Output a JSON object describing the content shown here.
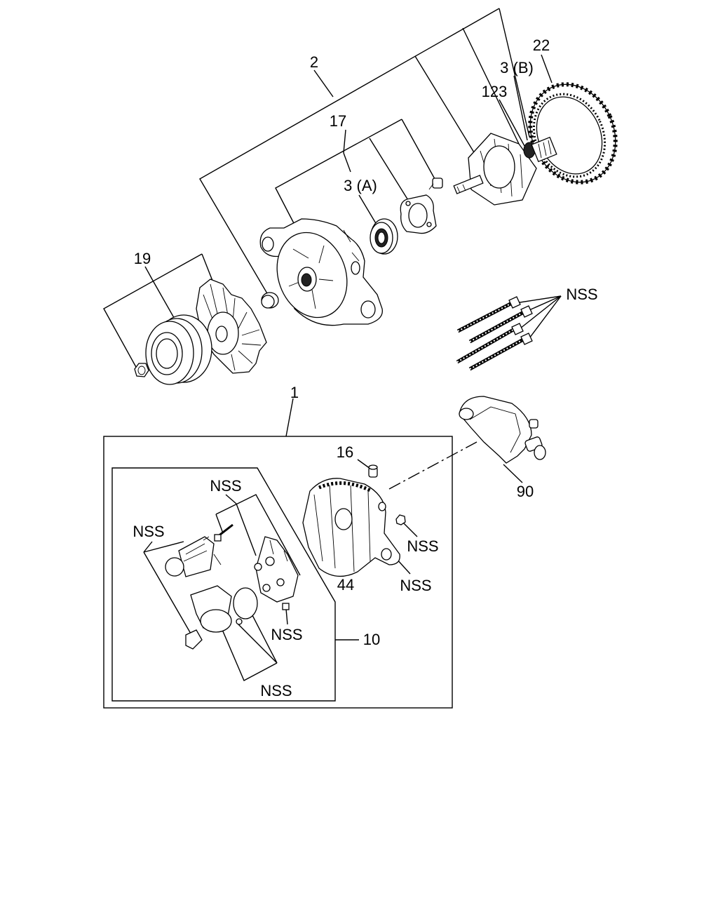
{
  "callouts": {
    "c2": "2",
    "c17": "17",
    "c3a": "3 (A)",
    "c3b": "3 (B)",
    "c123": "123",
    "c22": "22",
    "c19": "19",
    "c1": "1",
    "c16": "16",
    "c90": "90",
    "c44": "44",
    "c10": "10",
    "nss_bolts": "NSS",
    "nss_nut": "NSS",
    "nss_frame": "NSS",
    "nss_reg_screw": "NSS",
    "nss_regulator": "NSS",
    "nss_screw": "NSS",
    "nss_holder": "NSS"
  }
}
